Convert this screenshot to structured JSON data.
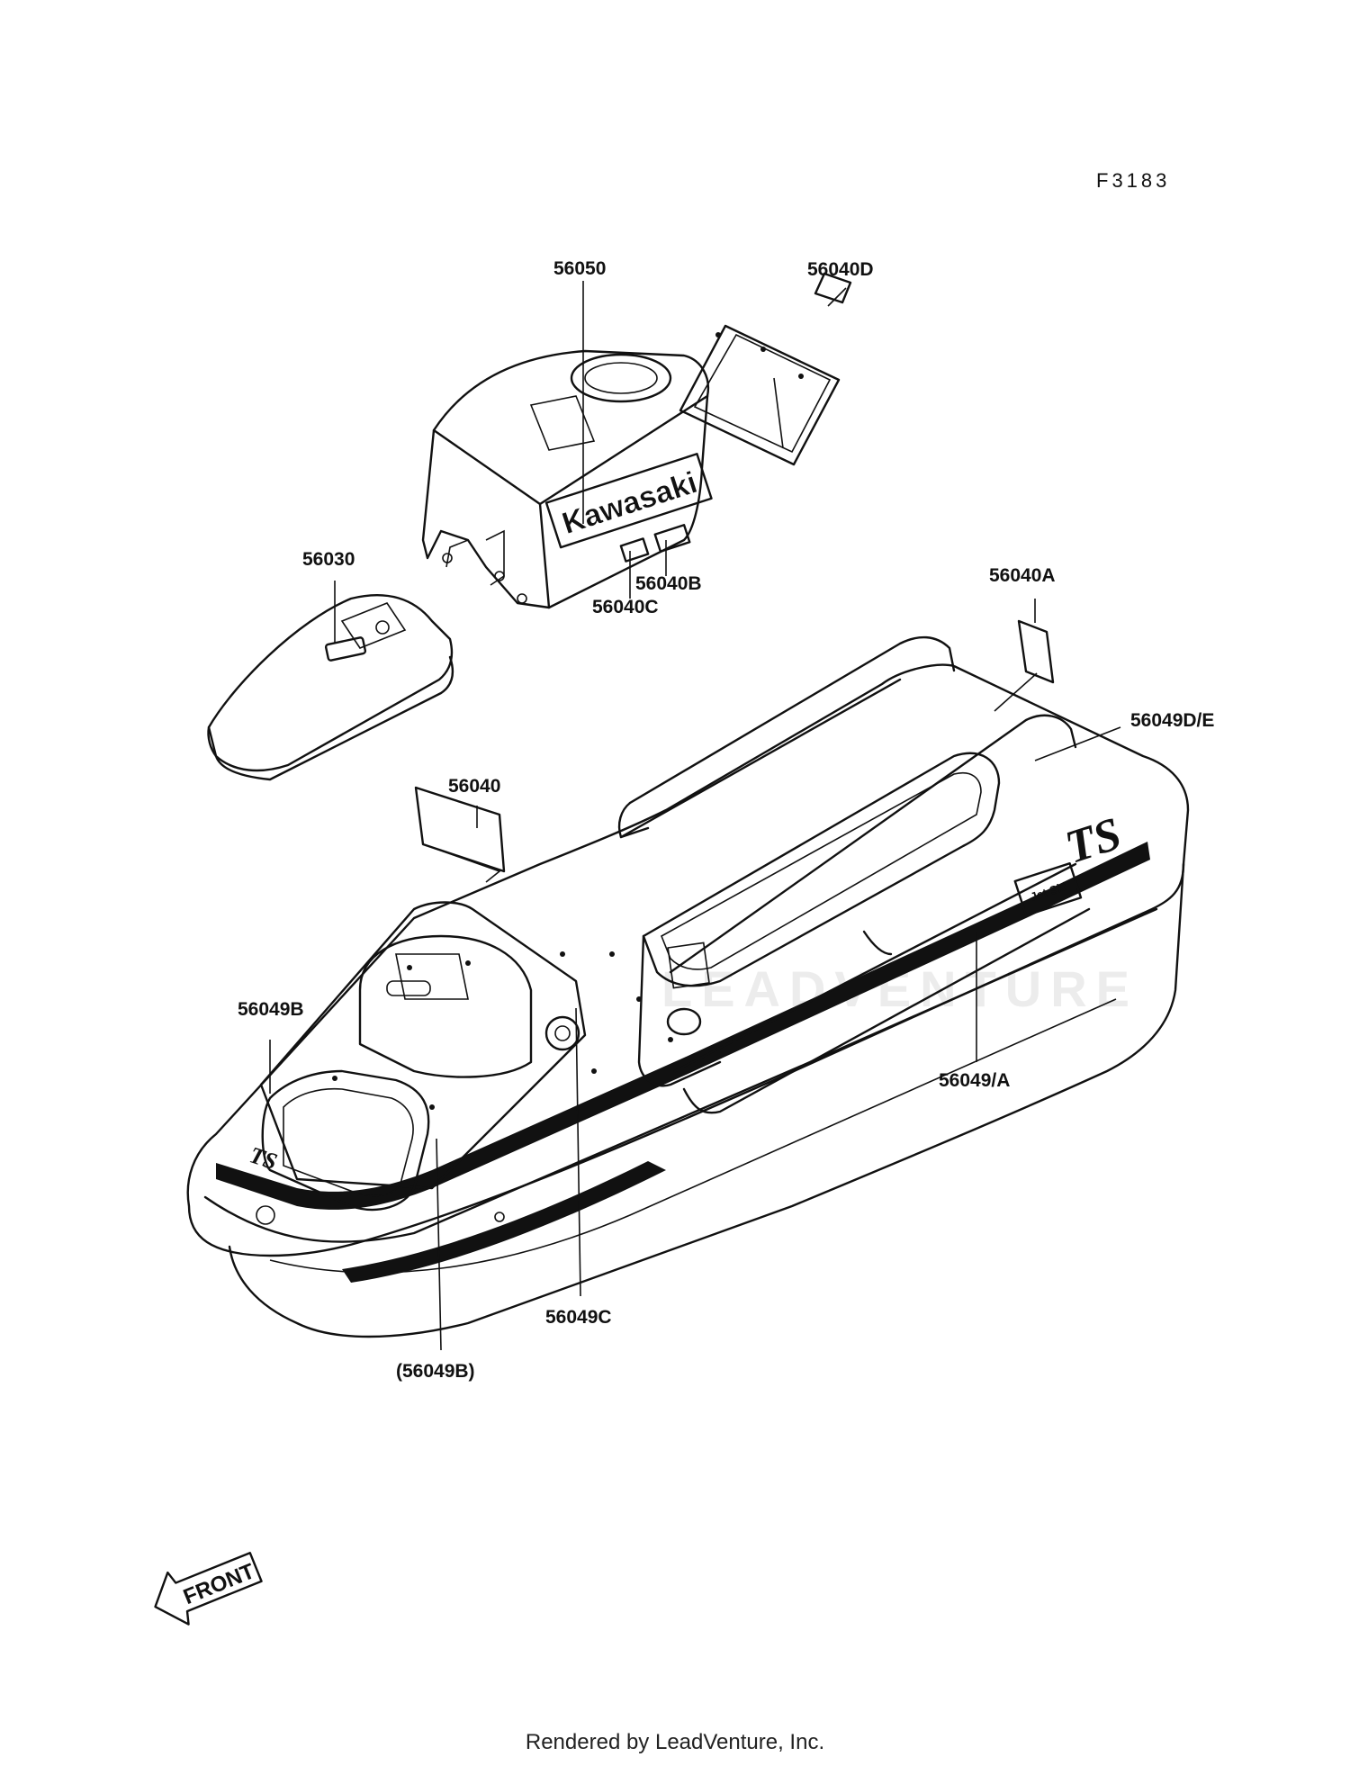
{
  "figure_code": "F3183",
  "watermark": "LEADVENTURE",
  "callouts": {
    "p56040D": "56040D",
    "p56050": "56050",
    "p56030": "56030",
    "p56040B": "56040B",
    "p56040C": "56040C",
    "p56040A": "56040A",
    "p56049DE": "56049D/E",
    "p56040": "56040",
    "p56049B": "56049B",
    "p56049A": "56049/A",
    "p56049C": "56049C",
    "p56049B_paren": "(56049B)"
  },
  "decals": {
    "kawasaki": "Kawasaki",
    "model": "TS",
    "jetski": "Jet Ski"
  },
  "front_arrow": "FRONT",
  "footer": "Rendered by LeadVenture, Inc."
}
